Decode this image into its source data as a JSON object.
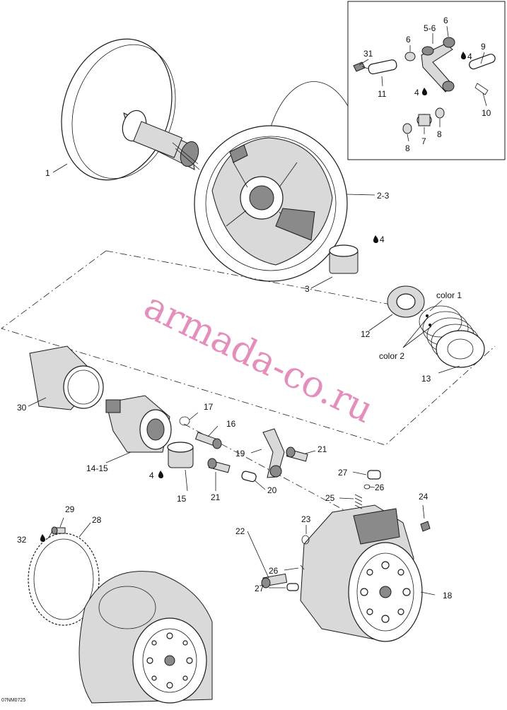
{
  "diagram": {
    "code": "07NM0725",
    "watermark": "armada-co.ru",
    "callouts": {
      "c1": "1",
      "c2_3": "2-3",
      "c3": "3",
      "c4a": "4",
      "c4b": "4",
      "c4c": "4",
      "c4d": "4",
      "c5_6": "5-6",
      "c6a": "6",
      "c6b": "6",
      "c7": "7",
      "c8a": "8",
      "c8b": "8",
      "c9": "9",
      "c10": "10",
      "c11": "11",
      "c12": "12",
      "c13": "13",
      "c14_15": "14-15",
      "c15": "15",
      "c16": "16",
      "c17": "17",
      "c18": "18",
      "c19": "19",
      "c20": "20",
      "c21a": "21",
      "c21b": "21",
      "c22": "22",
      "c23": "23",
      "c24": "24",
      "c25": "25",
      "c26a": "26",
      "c26b": "26",
      "c27a": "27",
      "c27b": "27",
      "c28": "28",
      "c29": "29",
      "c30": "30",
      "c31": "31",
      "c32": "32",
      "color1": "color 1",
      "color2": "color 2"
    }
  }
}
